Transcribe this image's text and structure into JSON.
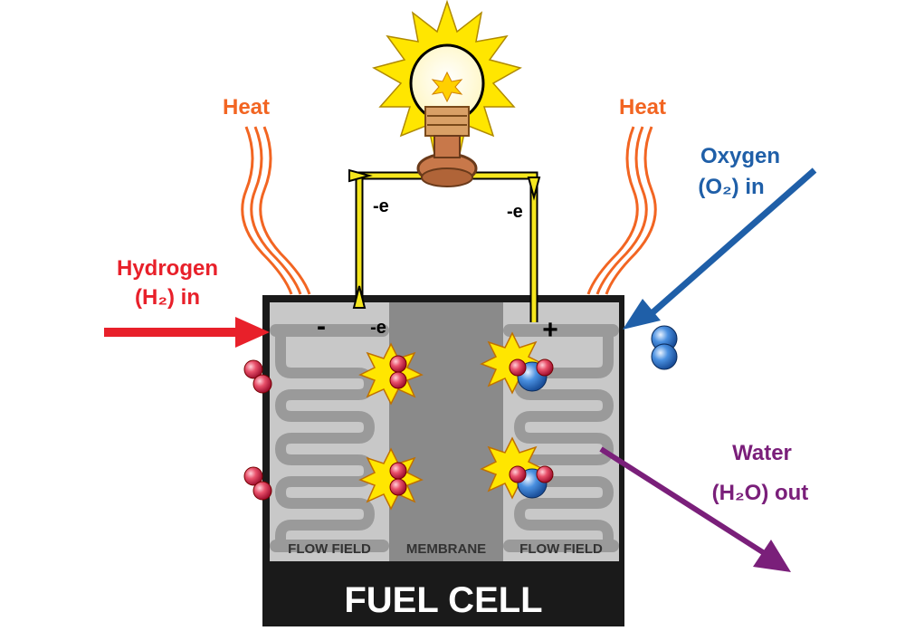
{
  "labels": {
    "heat_left": "Heat",
    "heat_right": "Heat",
    "hydrogen_line1": "Hydrogen",
    "hydrogen_line2": "(H₂) in",
    "oxygen_line1": "Oxygen",
    "oxygen_line2": "(O₂) in",
    "water_line1": "Water",
    "water_line2": "(H₂O) out",
    "electron_left_wire": "-e",
    "electron_right_wire": "-e",
    "electron_anode": "-e",
    "anode_sign": "-",
    "cathode_sign": "+",
    "flow_field_left": "FLOW FIELD",
    "membrane": "MEMBRANE",
    "flow_field_right": "FLOW FIELD",
    "fuel_cell": "FUEL CELL"
  },
  "colors": {
    "hydrogen_arrow": "#e8202a",
    "oxygen_arrow": "#1f5fa8",
    "water_arrow": "#7a1f7a",
    "heat": "#f26522",
    "wire": "#f5e61e",
    "cell_body": "#1a1a1a",
    "flow_field": "#c8c8c8",
    "membrane": "#8a8a8a",
    "hydrogen_atom": "#e0324a",
    "oxygen_atom": "#2f7fd0",
    "spark": "#ffe600"
  },
  "icons": {
    "light_bulb": "light-bulb-icon",
    "spark": "reaction-spark-icon",
    "hydrogen_molecule": "hydrogen-molecule-icon",
    "oxygen_molecule": "oxygen-molecule-icon",
    "water_molecule": "water-molecule-icon"
  }
}
